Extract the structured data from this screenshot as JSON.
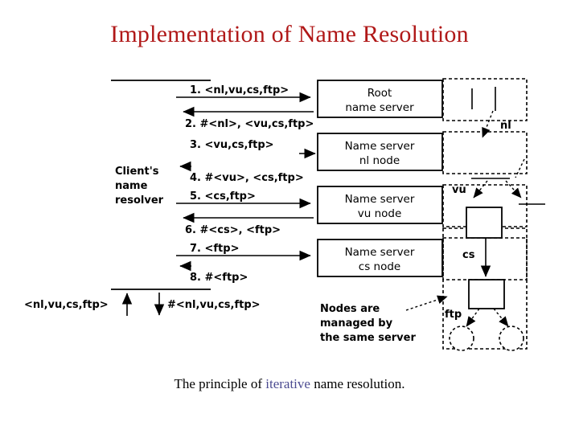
{
  "slide": {
    "title": "Implementation of Name Resolution",
    "title_color": "#b01818",
    "background": "#ffffff"
  },
  "caption": {
    "prefix": "The principle of ",
    "keyword": "iterative",
    "keyword_color": "#4b4b91",
    "suffix": " name resolution."
  },
  "figure": {
    "client": {
      "line1": "Client's",
      "line2": "name",
      "line3": "resolver"
    },
    "messages": [
      {
        "id": "1",
        "text": "1. <nl,vu,cs,ftp>",
        "direction": "right"
      },
      {
        "id": "2",
        "text": "2. #<nl>, <vu,cs,ftp>",
        "direction": "left"
      },
      {
        "id": "3",
        "text": "3. <vu,cs,ftp>",
        "direction": "right"
      },
      {
        "id": "4",
        "text": "4. #<vu>, <cs,ftp>",
        "direction": "left"
      },
      {
        "id": "5",
        "text": "5. <cs,ftp>",
        "direction": "right"
      },
      {
        "id": "6",
        "text": "6. #<cs>, <ftp>",
        "direction": "left"
      },
      {
        "id": "7",
        "text": "7. <ftp>",
        "direction": "right"
      },
      {
        "id": "8",
        "text": "8. #<ftp>",
        "direction": "left"
      }
    ],
    "servers": [
      {
        "id": "root",
        "line1": "Root",
        "line2": "name server"
      },
      {
        "id": "nl",
        "line1": "Name server",
        "line2": "nl node"
      },
      {
        "id": "vu",
        "line1": "Name server",
        "line2": "vu node"
      },
      {
        "id": "cs",
        "line1": "Name server",
        "line2": "cs node"
      }
    ],
    "query_in": "<nl,vu,cs,ftp>",
    "query_out": "#<nl,vu,cs,ftp>",
    "tree_labels": [
      {
        "id": "nl",
        "text": "nl"
      },
      {
        "id": "vu",
        "text": "vu"
      },
      {
        "id": "cs",
        "text": "cs"
      },
      {
        "id": "ftp",
        "text": "ftp"
      }
    ],
    "note": {
      "line1": "Nodes are",
      "line2": "managed by",
      "line3": "the same server"
    }
  }
}
